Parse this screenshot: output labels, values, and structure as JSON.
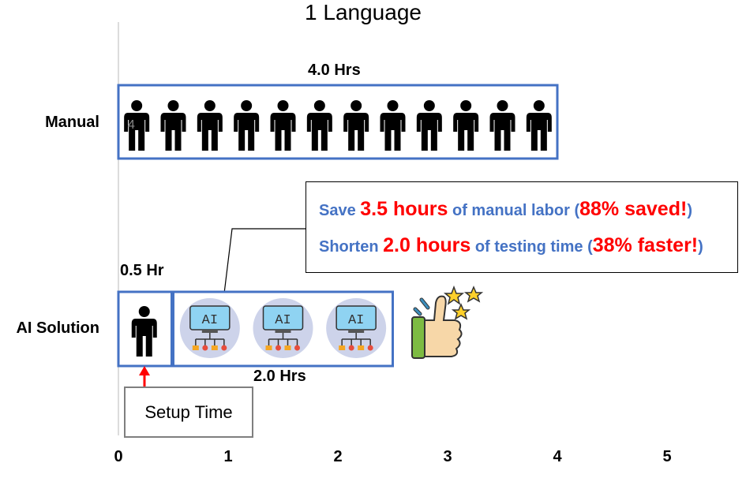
{
  "chart_data": {
    "type": "bar",
    "orientation": "horizontal",
    "title": "1 Language",
    "categories": [
      "Manual",
      "AI Solution"
    ],
    "series": [
      {
        "name": "",
        "values": [
          4.0,
          2.5
        ]
      }
    ],
    "bar_labels": {
      "manual": "4.0 Hrs",
      "ai_setup": "0.5 Hr",
      "ai_run": "2.0 Hrs"
    },
    "segments": {
      "manual": [
        {
          "start": 0,
          "end": 4.0
        }
      ],
      "ai_solution": [
        {
          "start": 0,
          "end": 0.5,
          "label": "setup"
        },
        {
          "start": 0.5,
          "end": 2.5,
          "label": "AI"
        }
      ]
    },
    "xticks": [
      "0",
      "1",
      "2",
      "3",
      "4",
      "5"
    ],
    "xlim": [
      0,
      5
    ],
    "grid": false,
    "manual_person_count": 12,
    "ai_badge_count": 3,
    "ai_badge_text": "AI",
    "stray_label": "4"
  },
  "callout": {
    "line1": {
      "a": "Save ",
      "b": "3.5 hours",
      "c": " of manual labor (",
      "d": "88% saved!",
      "e": ")"
    },
    "line2": {
      "a": "Shorten ",
      "b": "2.0 hours",
      "c": " of testing time (",
      "d": "38% faster!",
      "e": ")"
    }
  },
  "setup_box": "Setup Time",
  "colors": {
    "bar_border": "#4472C4",
    "highlight": "#FF0000",
    "text_blue": "#4472C4",
    "badge_circle": "#CDD3EA",
    "setup_arrow": "#FF0000"
  },
  "icons": {
    "person": "person-silhouette-icon",
    "ai": "ai-computer-icon",
    "thumb": "thumbs-up-icon"
  }
}
